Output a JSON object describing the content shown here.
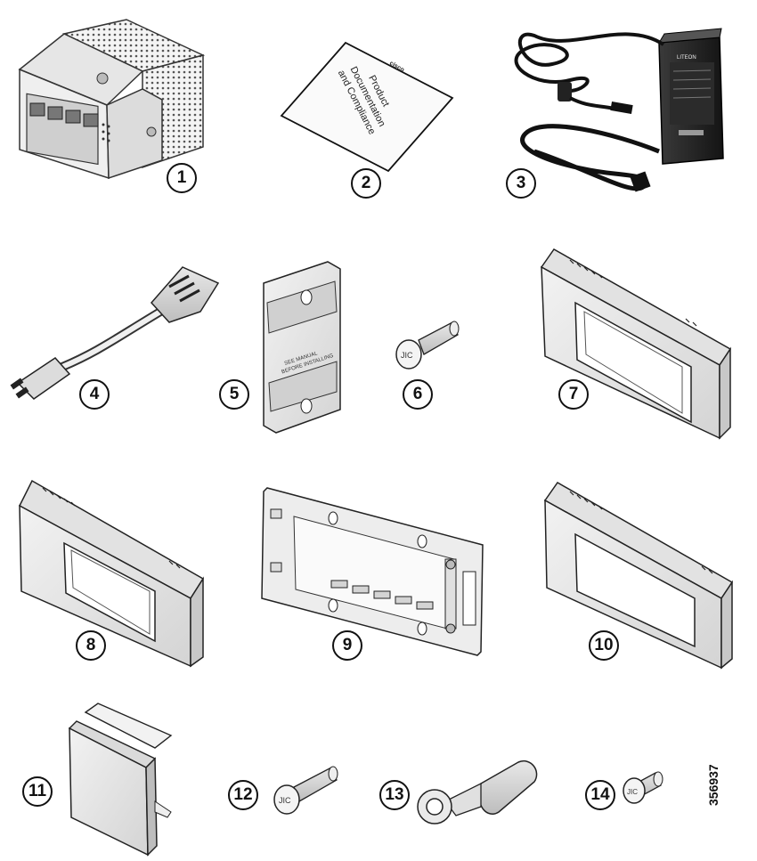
{
  "callouts": {
    "c1": "1",
    "c2": "2",
    "c3": "3",
    "c4": "4",
    "c5": "5",
    "c6": "6",
    "c7": "7",
    "c8": "8",
    "c9": "9",
    "c10": "10",
    "c11": "11",
    "c12": "12",
    "c13": "13",
    "c14": "14"
  },
  "document": {
    "line1": "Product",
    "line2": "Documentation",
    "line3": "and Compliance",
    "brand": "cisco"
  },
  "din_rail": {
    "line1": "SEE MANUAL",
    "line2": "BEFORE INSTALLING"
  },
  "power_adapter": {
    "brand": "LITEON"
  },
  "figure_id": "356937"
}
